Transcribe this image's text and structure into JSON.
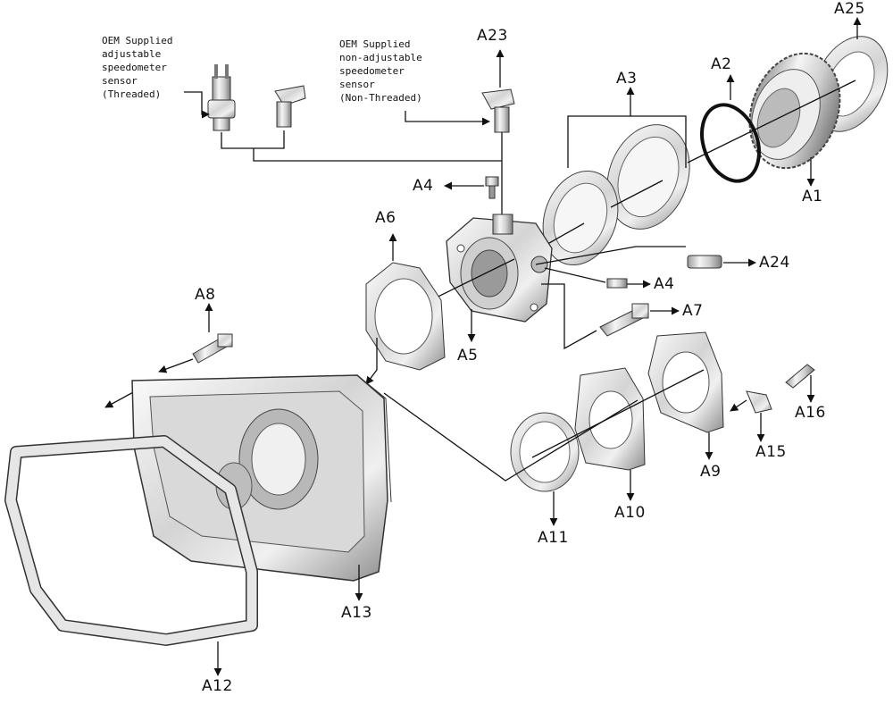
{
  "labels": {
    "A1": "A1",
    "A2": "A2",
    "A3": "A3",
    "A4_top": "A4",
    "A4_mid": "A4",
    "A5": "A5",
    "A6": "A6",
    "A7": "A7",
    "A8": "A8",
    "A9": "A9",
    "A10": "A10",
    "A11": "A11",
    "A12": "A12",
    "A13": "A13",
    "A15": "A15",
    "A16": "A16",
    "A23": "A23",
    "A24": "A24",
    "A25": "A25"
  },
  "notes": {
    "adjustable": [
      "OEM Supplied",
      "adjustable",
      "speedometer",
      "sensor",
      "(Threaded)"
    ],
    "non_adjustable": [
      "OEM Supplied",
      "non-adjustable",
      "speedometer",
      "sensor",
      "(Non-Threaded)"
    ]
  },
  "colors": {
    "line": "#111111",
    "metal_light": "#f2f2f2",
    "metal_mid": "#c8c8c8",
    "metal_dark": "#8a8a8a"
  }
}
